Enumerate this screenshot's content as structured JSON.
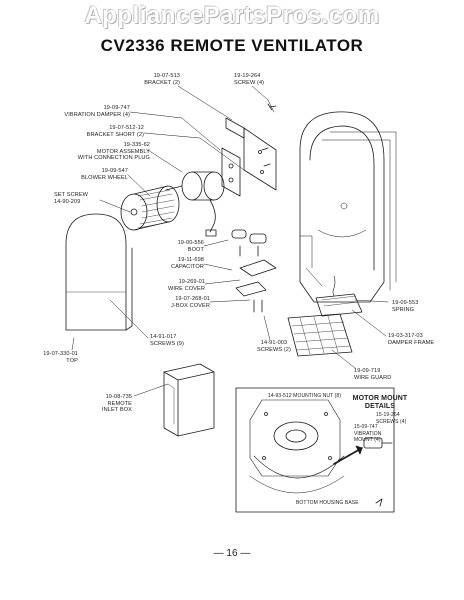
{
  "watermark": "AppliancePartsPros.com",
  "title": "CV2336 REMOTE VENTILATOR",
  "labels": {
    "bracket": "19-07-513\nBRACKET (2)",
    "screw4": "19-19-264\nSCREW (4)",
    "vibration_damper": "19-09-747\nVIBRATION DAMPER (4)",
    "bracket_short": "19-07-512-12\nBRACKET SHORT (2)",
    "motor_assembly": "19-335-62\nMOTOR ASSEMBLY\nWITH CONNECTION PLUG",
    "blower_wheel": "19-09-547\nBLOWER WHEEL",
    "set_screw": "SET SCREW\n14-90-209",
    "boot": "19-00-556\nBOOT",
    "capacitor": "19-11-698\nCAPACITOR",
    "wire_cover": "19-269-01\nWIRE COVER",
    "jbox_cover": "19-07-268-01\nJ-BOX COVER",
    "spring": "19-09-553\nSPRING",
    "damper_frame": "19-03-317-03\nDAMPER FRAME",
    "screws9": "14-91-017\nSCREWS (9)",
    "screws2": "14-91-003\nSCREWS (2)",
    "top": "19-07-330-01\nTOP",
    "wire_guard": "19-09-719\nWIRE GUARD",
    "remote_inlet_box": "19-08-735\nREMOTE\nINLET BOX",
    "mounting_nut": "14-93-512 MOUNTING NUT (8)",
    "motor_mount_details": "MOTOR MOUNT\nDETAILS",
    "detail_screws": "15-19-264\nSCREWS (4)",
    "detail_vibration": "15-09-747\nVIBRATION\nMOUNT (4)",
    "bottom_housing_base": "BOTTOM HOUSING BASE"
  },
  "page_number": "— 16 —"
}
